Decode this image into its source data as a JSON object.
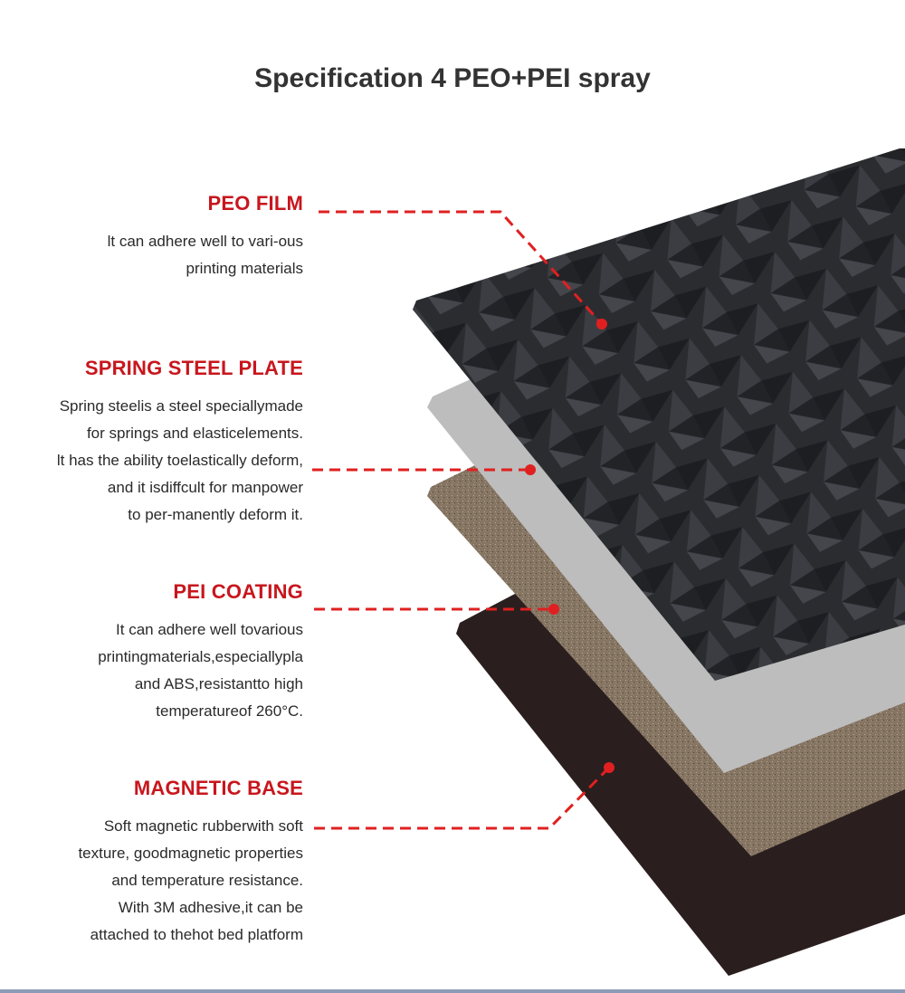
{
  "title": "Specification 4 PEO+PEI spray",
  "colors": {
    "accent": "#c8161d",
    "callout": "#e02020",
    "peo": "#2b2c30",
    "steel": "#bdbdbd",
    "pei": "#8a7a66",
    "magnetic": "#2a1e1e"
  },
  "layers": [
    {
      "heading": "PEO FILM",
      "lines": [
        "lt can adhere well to vari-ous",
        "printing materials"
      ]
    },
    {
      "heading": "SPRING STEEL PLATE",
      "lines": [
        "Spring steelis a steel speciallymade",
        "for springs and elasticelements.",
        "lt has the ability toelastically deform,",
        "and it isdiffcult for manpower",
        "to per-manently deform it."
      ]
    },
    {
      "heading": "PEI COATING",
      "lines": [
        "It can adhere well tovarious",
        "printingmaterials,especiallypla",
        "and ABS,resistantto high",
        "temperatureof 260°C."
      ]
    },
    {
      "heading": "MAGNETIC BASE",
      "lines": [
        "Soft magnetic rubberwith soft",
        "texture, goodmagnetic properties",
        "and temperature resistance.",
        "With 3M adhesive,it can be",
        "attached to thehot bed platform"
      ]
    }
  ]
}
